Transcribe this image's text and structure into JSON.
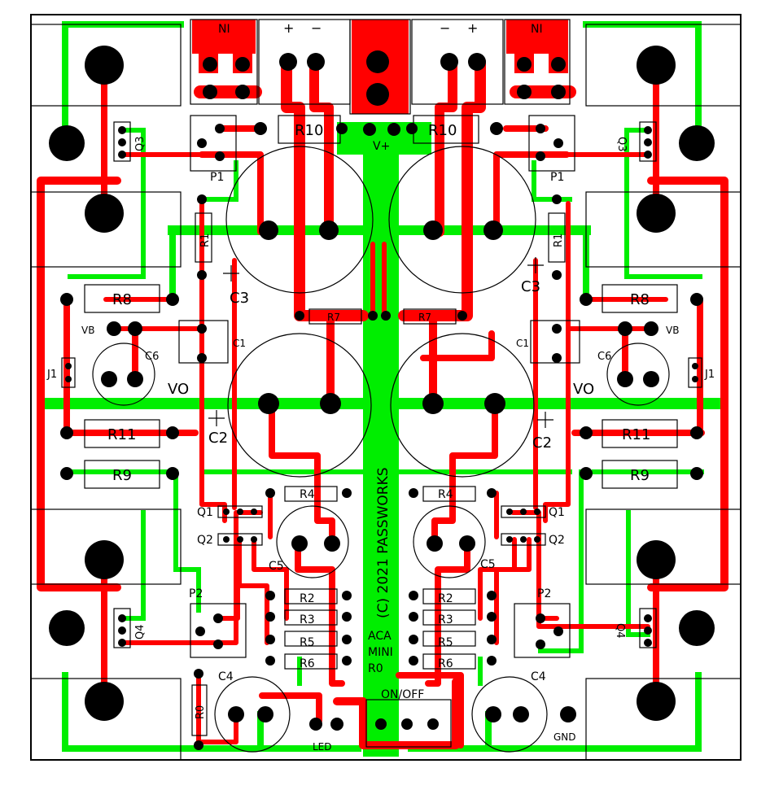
{
  "board": {
    "colors": {
      "background": "#ffffff",
      "outline": "#000000",
      "copper_red": "#ff0000",
      "copper_green": "#00ee00",
      "pad": "#000000",
      "silk": "#000000"
    },
    "connector_labels": {
      "ni": "NI",
      "plus": "+",
      "minus": "−"
    },
    "power_label": "V+",
    "credit": "(C) 2021 PASSWORKS",
    "project_lines": [
      "ACA",
      "MINI",
      "R0"
    ],
    "switch_label": "ON/OFF",
    "led_label": "LED",
    "gnd_label": "GND",
    "components": {
      "r10": "R10",
      "r1": "R1",
      "r7": "R7",
      "r8": "R8",
      "r11": "R11",
      "r9": "R9",
      "r4": "R4",
      "r2": "R2",
      "r3": "R3",
      "r5": "R5",
      "r6": "R6",
      "r0": "R0",
      "c1": "C1",
      "c2": "C2",
      "c3": "C3",
      "c4": "C4",
      "c5": "C5",
      "c6": "C6",
      "q1": "Q1",
      "q2": "Q2",
      "q3": "Q3",
      "q4": "Q4",
      "p1": "P1",
      "p2": "P2",
      "j1": "J1",
      "vb": "VB",
      "vo": "VO"
    }
  }
}
